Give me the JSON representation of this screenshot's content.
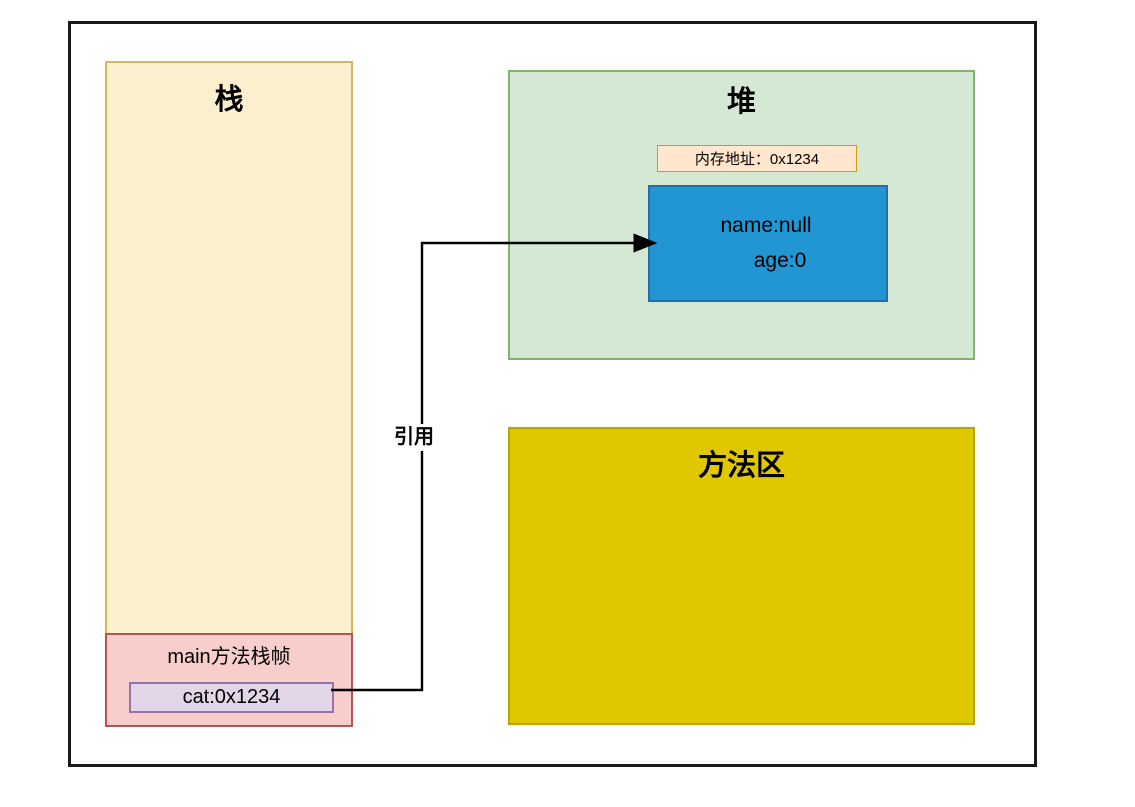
{
  "diagram": {
    "title_absent": true,
    "regions": {
      "stack": {
        "label": "栈",
        "color": "#FCEFCD",
        "border_color": "#D6B656"
      },
      "heap": {
        "label": "堆",
        "color": "#D5E8D4",
        "border_color": "#82B366"
      },
      "method_area": {
        "label": "方法区",
        "color": "#E0C800",
        "border_color": "#B8A300"
      }
    },
    "heap_contents": {
      "memory_address_label": "内存地址：0x1234",
      "memory_address_color": "#FFE6CC",
      "memory_address_border": "#D79B00",
      "object": {
        "color": "#2196D3",
        "border_color": "#1F6FA8",
        "fields": [
          "name:null",
          "age:0"
        ]
      }
    },
    "stack_contents": {
      "frame": {
        "label": "main方法栈帧",
        "color": "#F8CECC",
        "border_color": "#B85450"
      },
      "variable": {
        "label": "cat:0x1234",
        "color": "#E1D5E7",
        "border_color": "#9673A6"
      }
    },
    "arrow": {
      "label": "引用",
      "color": "#000000"
    },
    "frame_border_color": "#1A1A1A"
  }
}
